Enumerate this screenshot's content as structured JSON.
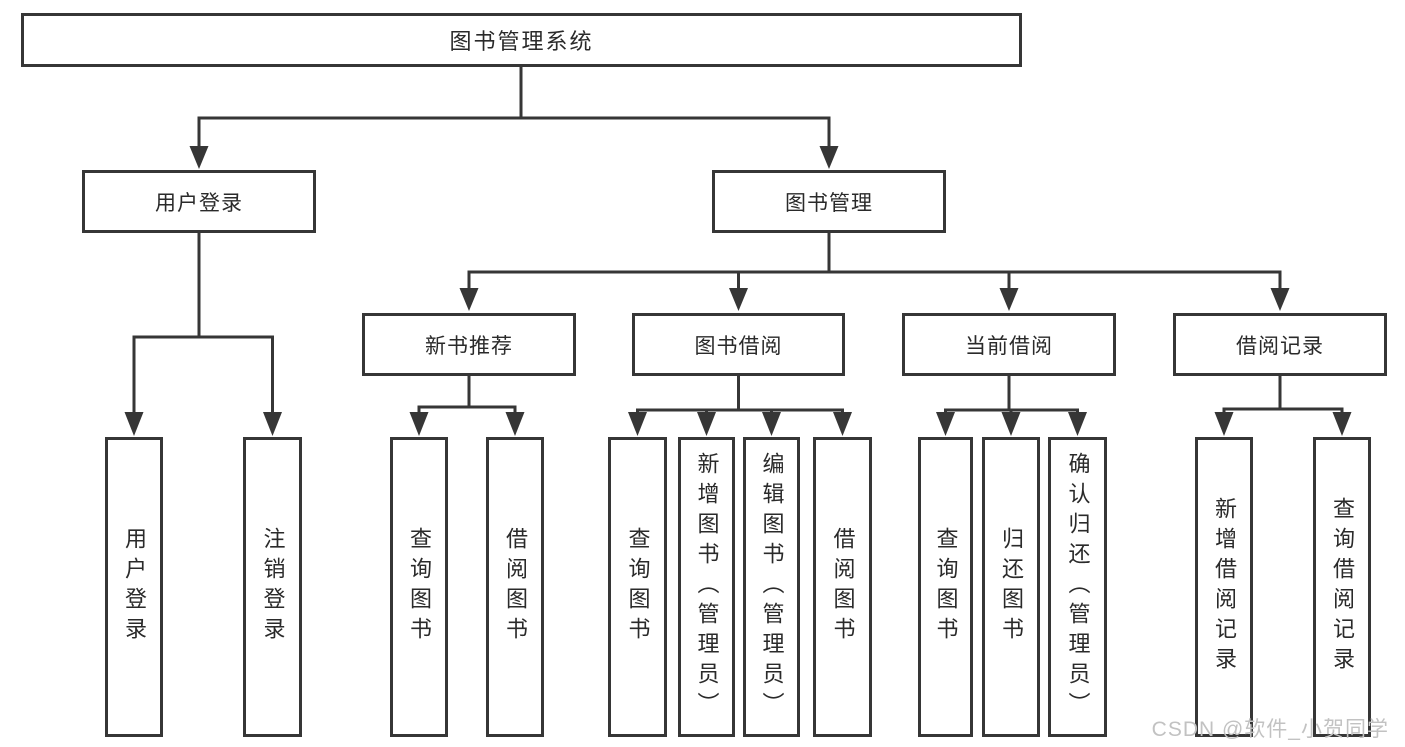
{
  "diagram": {
    "nodes": {
      "root": "图书管理系统",
      "userLogin": "用户登录",
      "bookMgmt": "图书管理",
      "newBookRec": "新书推荐",
      "bookBorrow": "图书借阅",
      "currentBorrow": "当前借阅",
      "borrowRecords": "借阅记录",
      "ulUserLogin": "用户登录",
      "ulLogout": "注销登录",
      "nbrQueryBooks": "查询图书",
      "nbrBorrowBooks": "借阅图书",
      "bbQueryBooks": "查询图书",
      "bbAddBooks": "新增图书（管理员）",
      "bbEditBooks": "编辑图书（管理员）",
      "bbBorrowBooks": "借阅图书",
      "cbQueryBooks": "查询图书",
      "cbReturnBooks": "归还图书",
      "cbConfirmReturn": "确认归还（管理员）",
      "brAddRecord": "新增借阅记录",
      "brQueryRecord": "查询借阅记录"
    },
    "hierarchy": {
      "图书管理系统": {
        "用户登录": [
          "用户登录",
          "注销登录"
        ],
        "图书管理": {
          "新书推荐": [
            "查询图书",
            "借阅图书"
          ],
          "图书借阅": [
            "查询图书",
            "新增图书（管理员）",
            "编辑图书（管理员）",
            "借阅图书"
          ],
          "当前借阅": [
            "查询图书",
            "归还图书",
            "确认归还（管理员）"
          ],
          "借阅记录": [
            "新增借阅记录",
            "查询借阅记录"
          ]
        }
      }
    },
    "colors": {
      "line": "#363636",
      "text": "#2a2a2a",
      "background": "#ffffff",
      "watermark": "#c2c2c2"
    }
  },
  "watermark": "CSDN @软件_小贺同学"
}
